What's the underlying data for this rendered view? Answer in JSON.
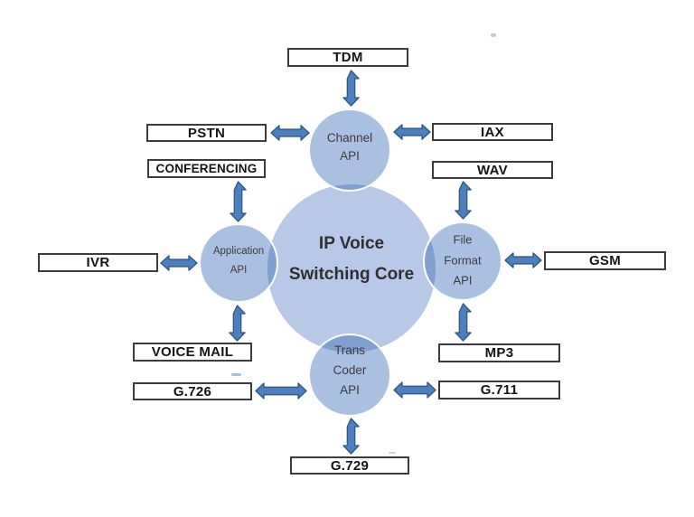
{
  "diagram": {
    "core": {
      "line1": "IP Voice",
      "line2": "Switching Core"
    },
    "circles": {
      "channel": {
        "line1": "Channel",
        "line2": "API"
      },
      "application": {
        "line1": "Application",
        "line2": "API"
      },
      "file_format": {
        "line1": "File",
        "line2": "Format",
        "line3": "API"
      },
      "trans_coder": {
        "line1": "Trans",
        "line2": "Coder",
        "line3": "API"
      }
    },
    "boxes": {
      "tdm": "TDM",
      "pstn": "PSTN",
      "conferencing": "CONFERENCING",
      "iax": "IAX",
      "wav": "WAV",
      "ivr": "IVR",
      "gsm": "GSM",
      "voice_mail": "VOICE MAIL",
      "g726": "G.726",
      "g711": "G.711",
      "mp3": "MP3",
      "g729": "G.729"
    },
    "colors": {
      "circle_fill": "#b7c9e6",
      "circle_overlay_rgba": "rgba(53,104,182,0.42)",
      "circle_overlap_seen": "#7f9cc8",
      "arrow_fill": "#4d7ebd",
      "arrow_outline": "#2d5986",
      "box_border": "#3c3c3c",
      "text_dark": "#2f2f2f"
    }
  }
}
